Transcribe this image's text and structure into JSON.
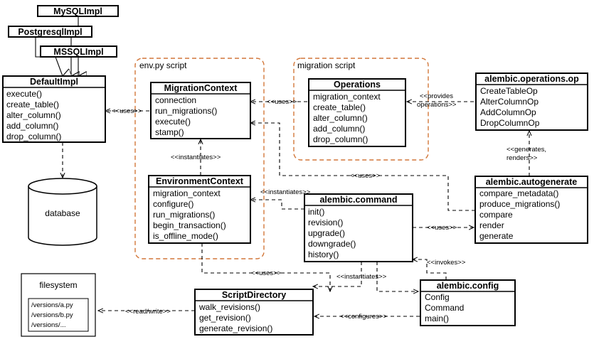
{
  "groups": {
    "env": "env.py script",
    "migration": "migration script"
  },
  "mysql": {
    "title": "MySQLImpl"
  },
  "postgres": {
    "title": "PostgresqlImpl"
  },
  "mssql": {
    "title": "MSSQLImpl"
  },
  "defaultimpl": {
    "title": "DefaultImpl",
    "items": [
      "execute()",
      "create_table()",
      "alter_column()",
      "add_column()",
      "drop_column()"
    ]
  },
  "database": {
    "label": "database"
  },
  "migrationcontext": {
    "title": "MigrationContext",
    "items": [
      "connection",
      "run_migrations()",
      "execute()",
      "stamp()"
    ]
  },
  "environmentcontext": {
    "title": "EnvironmentContext",
    "items": [
      "migration_context",
      "configure()",
      "run_migrations()",
      "begin_transaction()",
      "is_offline_mode()"
    ]
  },
  "operations": {
    "title": "Operations",
    "items": [
      "migration_context",
      "create_table()",
      "alter_column()",
      "add_column()",
      "drop_column()"
    ]
  },
  "opsop": {
    "title": "alembic.operations.op",
    "items": [
      "CreateTableOp",
      "AlterColumnOp",
      "AddColumnOp",
      "DropColumnOp"
    ]
  },
  "autogenerate": {
    "title": "alembic.autogenerate",
    "items": [
      "compare_metadata()",
      "produce_migrations()",
      "compare",
      "render",
      "generate"
    ]
  },
  "command": {
    "title": "alembic.command",
    "items": [
      "init()",
      "revision()",
      "upgrade()",
      "downgrade()",
      "history()"
    ]
  },
  "config": {
    "title": "alembic.config",
    "items": [
      "Config",
      "Command",
      "main()"
    ]
  },
  "scriptdirectory": {
    "title": "ScriptDirectory",
    "items": [
      "walk_revisions()",
      "get_revision()",
      "generate_revision()"
    ]
  },
  "filesystem": {
    "title": "filesystem",
    "items": [
      "/versions/a.py",
      "/versions/b.py",
      "/versions/..."
    ]
  },
  "labels": {
    "uses": "<<uses>>",
    "instantiates": "<<instantiates>>",
    "provides1": "<<provides",
    "provides2": "operations>>",
    "generates1": "<<generates,",
    "generates2": "renders>>",
    "invokes": "<<invokes>>",
    "readwrite": "<<read/write>>",
    "configures": "<<configures>>"
  }
}
